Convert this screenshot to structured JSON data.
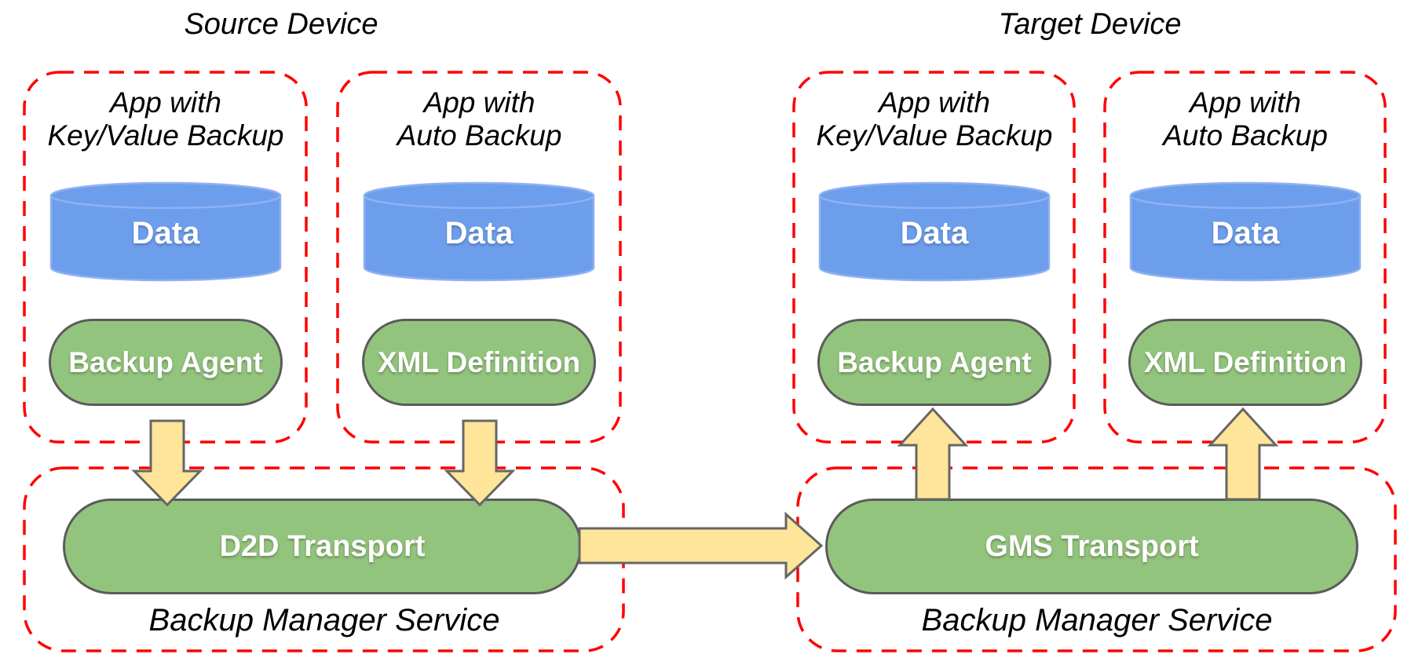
{
  "source": {
    "title": "Source Device",
    "apps": [
      {
        "line1": "App with",
        "line2": "Key/Value Backup",
        "data": "Data",
        "component": "Backup Agent"
      },
      {
        "line1": "App with",
        "line2": "Auto Backup",
        "data": "Data",
        "component": "XML Definition"
      }
    ],
    "manager": {
      "transport": "D2D Transport",
      "label": "Backup Manager Service"
    }
  },
  "target": {
    "title": "Target Device",
    "apps": [
      {
        "line1": "App with",
        "line2": "Key/Value Backup",
        "data": "Data",
        "component": "Backup Agent"
      },
      {
        "line1": "App with",
        "line2": "Auto Backup",
        "data": "Data",
        "component": "XML Definition"
      }
    ],
    "manager": {
      "transport": "GMS Transport",
      "label": "Backup Manager Service"
    }
  },
  "flows": [
    {
      "from": "Backup Agent (source)",
      "to": "D2D Transport",
      "direction": "down"
    },
    {
      "from": "XML Definition (source)",
      "to": "D2D Transport",
      "direction": "down"
    },
    {
      "from": "D2D Transport",
      "to": "GMS Transport",
      "direction": "right"
    },
    {
      "from": "GMS Transport",
      "to": "Backup Agent (target)",
      "direction": "up"
    },
    {
      "from": "GMS Transport",
      "to": "XML Definition (target)",
      "direction": "up"
    }
  ],
  "colors": {
    "boundary_red": "#ff0000",
    "component_green": "#93c47d",
    "data_blue": "#6d9eeb",
    "arrow_yellow": "#ffe599",
    "outline_gray": "#5b5b5b"
  }
}
